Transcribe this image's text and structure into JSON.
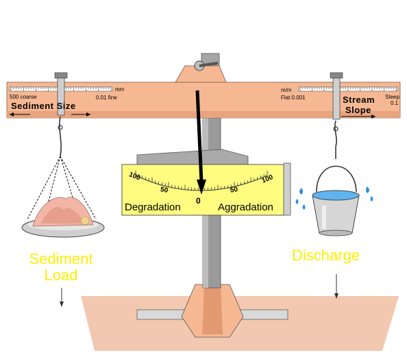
{
  "beam": {
    "left_scale": {
      "coarse_label": "500 coarse",
      "unit_label": "mm",
      "fine_label": "0.01 fine",
      "title": "Sediment  Size"
    },
    "right_scale": {
      "unit_label": "m/m",
      "flat_label": "Flat 0.001",
      "steep_label": "Steep",
      "steep_value": "0.1",
      "title_line1": "Stream",
      "title_line2": "Slope"
    }
  },
  "gauge": {
    "left_max": "100",
    "left_mid": "50",
    "center": "0",
    "right_mid": "50",
    "right_max": "100",
    "left_label": "Degradation",
    "right_label": "Aggradation",
    "needle_value": 0
  },
  "left_side": {
    "label_line1": "Sediment",
    "label_line2": "Load"
  },
  "right_side": {
    "label": "Discharge"
  },
  "colors": {
    "beam": "#f6b892",
    "stand": "#9a9a9a",
    "gauge": "#fffc80",
    "ground": "#f2c9b0",
    "label": "#ffee00",
    "water": "#2f8ee0"
  }
}
